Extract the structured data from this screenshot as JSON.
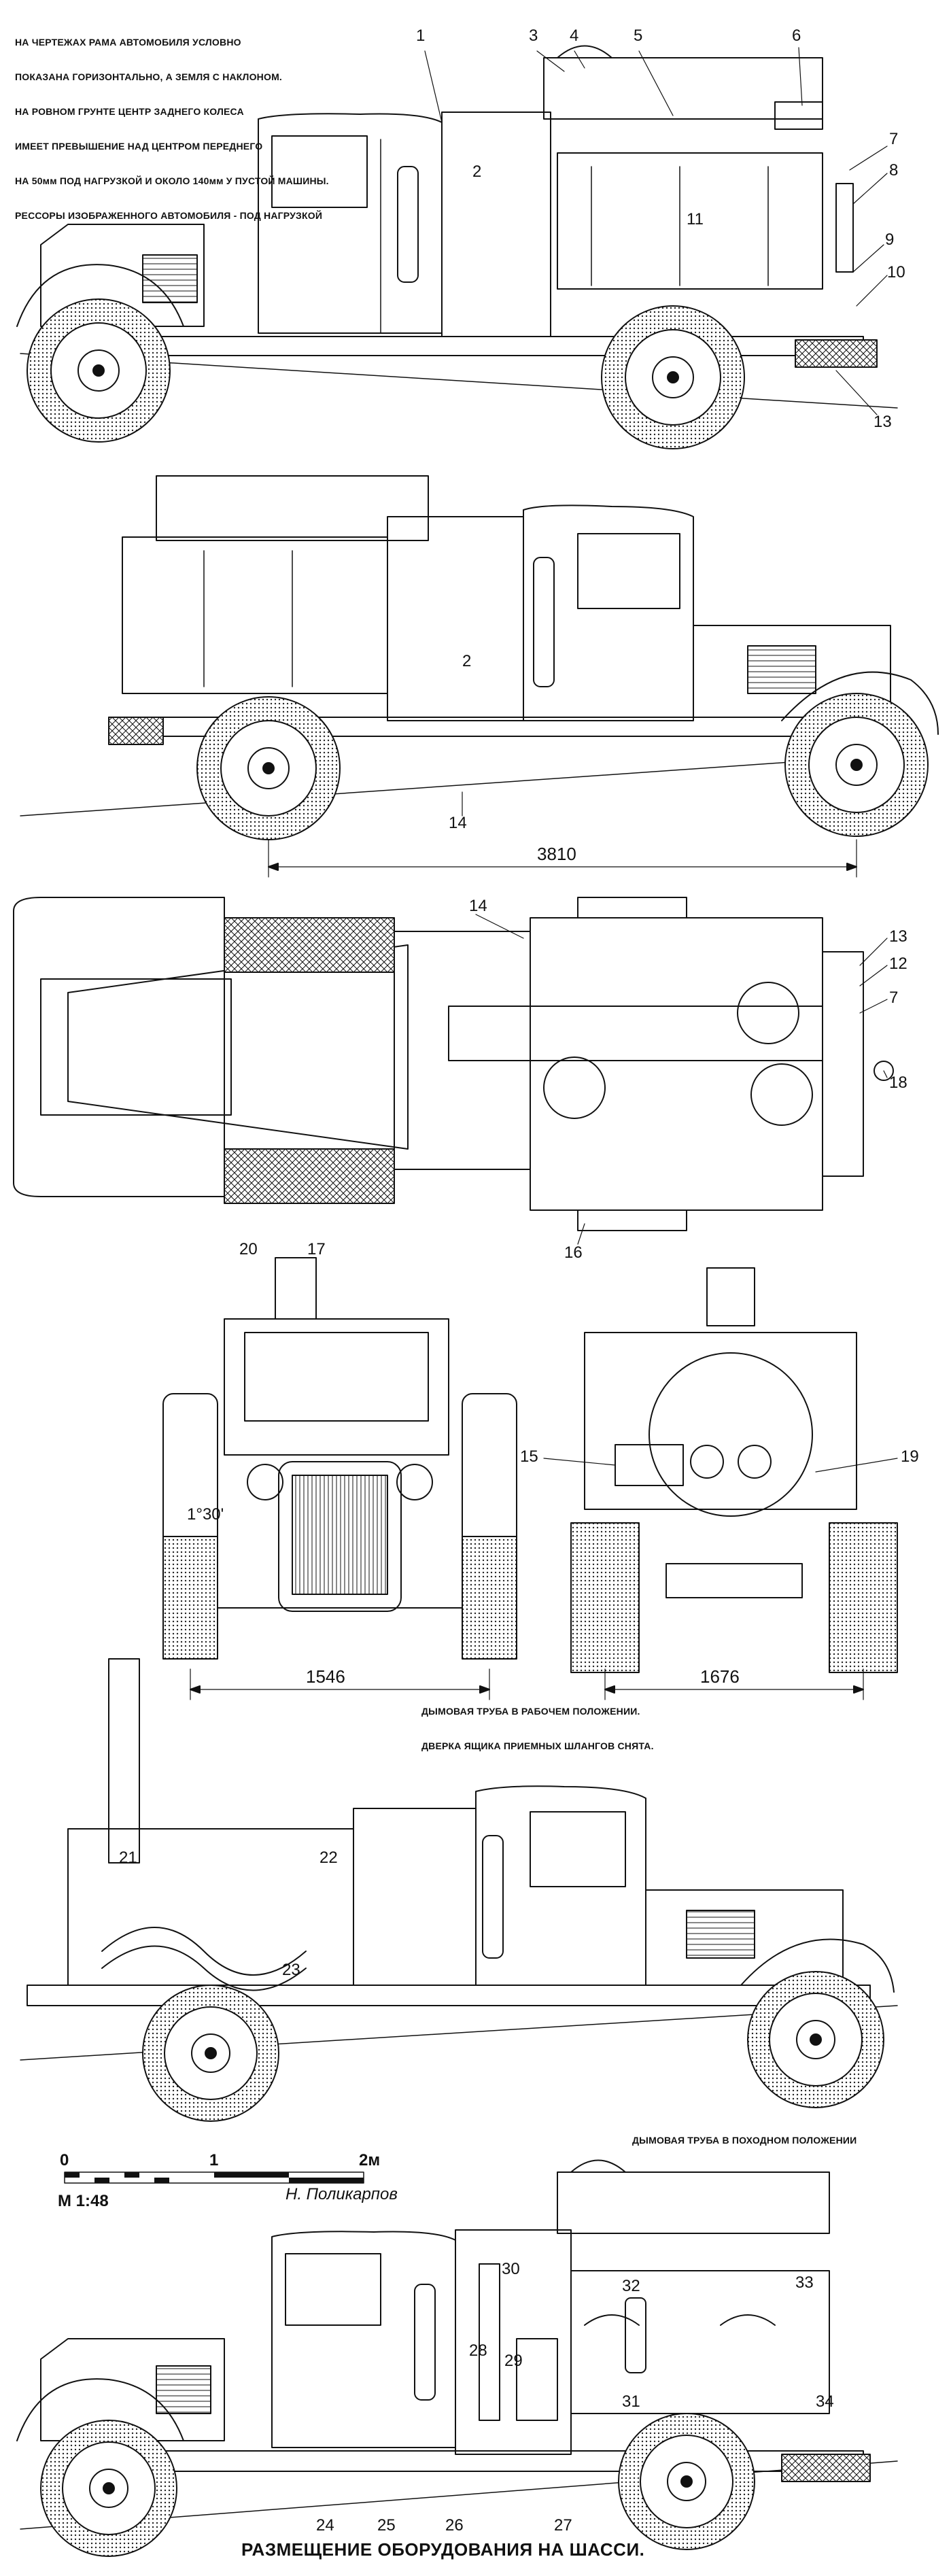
{
  "notes": {
    "top_note_line1": "НА ЧЕРТЕЖАХ РАМА АВТОМОБИЛЯ УСЛОВНО",
    "top_note_line2": "ПОКАЗАНА ГОРИЗОНТАЛЬНО, А ЗЕМЛЯ С НАКЛОНОМ.",
    "top_note_line3": "НА РОВНОМ ГРУНТЕ ЦЕНТР ЗАДНЕГО КОЛЕСА",
    "top_note_line4": "ИМЕЕТ ПРЕВЫШЕНИЕ НАД ЦЕНТРОМ ПЕРЕДНЕГО",
    "top_note_line5": "НА 50мм ПОД НАГРУЗКОЙ И ОКОЛО 140мм У ПУСТОЙ МАШИНЫ.",
    "top_note_line6": "РЕССОРЫ ИЗОБРАЖЕННОГО АВТОМОБИЛЯ - ПОД НАГРУЗКОЙ",
    "working_note_line1": "ДЫМОВАЯ ТРУБА В РАБОЧЕМ ПОЛОЖЕНИИ.",
    "working_note_line2": "ДВЕРКА ЯЩИКА ПРИЕМНЫХ ШЛАНГОВ СНЯТА.",
    "marching_note": "ДЫМОВАЯ ТРУБА В ПОХОДНОМ ПОЛОЖЕНИИ",
    "caption": "РАЗМЕЩЕНИЕ ОБОРУДОВАНИЯ НА ШАССИ."
  },
  "dimensions": {
    "wheelbase": "3810",
    "front_track": "1546",
    "rear_track": "1676",
    "steer_angle": "1°30'"
  },
  "scale": {
    "tick0": "0",
    "tick1": "1",
    "tick2": "2м",
    "ratio": "М 1:48",
    "author": "Н. Поликарпов"
  },
  "callouts": {
    "c1": "1",
    "c2": "2",
    "c3": "3",
    "c4": "4",
    "c5": "5",
    "c6": "6",
    "c7": "7",
    "c8": "8",
    "c9": "9",
    "c10": "10",
    "c11": "11",
    "c13": "13",
    "s2": "2",
    "s14": "14",
    "t14": "14",
    "t13": "13",
    "t12": "12",
    "t7": "7",
    "t18": "18",
    "t16": "16",
    "f20": "20",
    "f17": "17",
    "r15": "15",
    "r19": "19",
    "w21": "21",
    "w22": "22",
    "w23": "23",
    "b30": "30",
    "b32": "32",
    "b33": "33",
    "b28": "28",
    "b29": "29",
    "b31": "31",
    "b34": "34",
    "b24": "24",
    "b25": "25",
    "b26": "26",
    "b27": "27"
  }
}
